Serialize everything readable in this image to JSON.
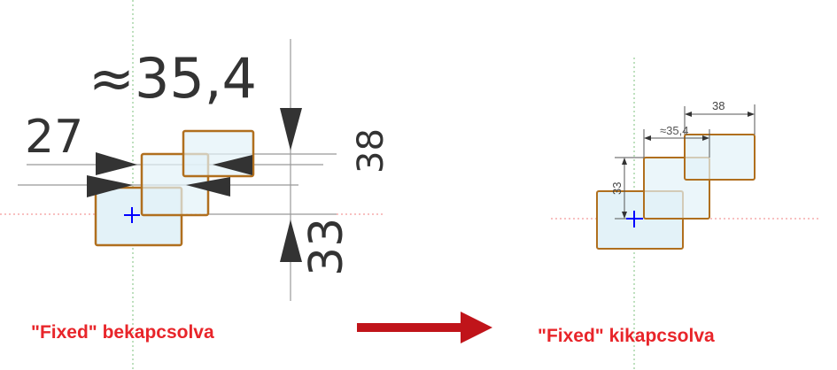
{
  "left_panel": {
    "dimensions": [
      "≈35,4",
      "27",
      "33",
      "38"
    ],
    "caption": "\"Fixed\" bekapcsolva"
  },
  "right_panel": {
    "dimensions": [
      "38",
      "≈35,4",
      "33"
    ],
    "caption": "\"Fixed\" kikapcsolva"
  },
  "colors": {
    "caption": "#e8252a",
    "rect_stroke": "#b06f1e",
    "rect_fill": "#e3f2f8",
    "origin_cross": "#0000ff",
    "arrow": "#c0141a"
  }
}
